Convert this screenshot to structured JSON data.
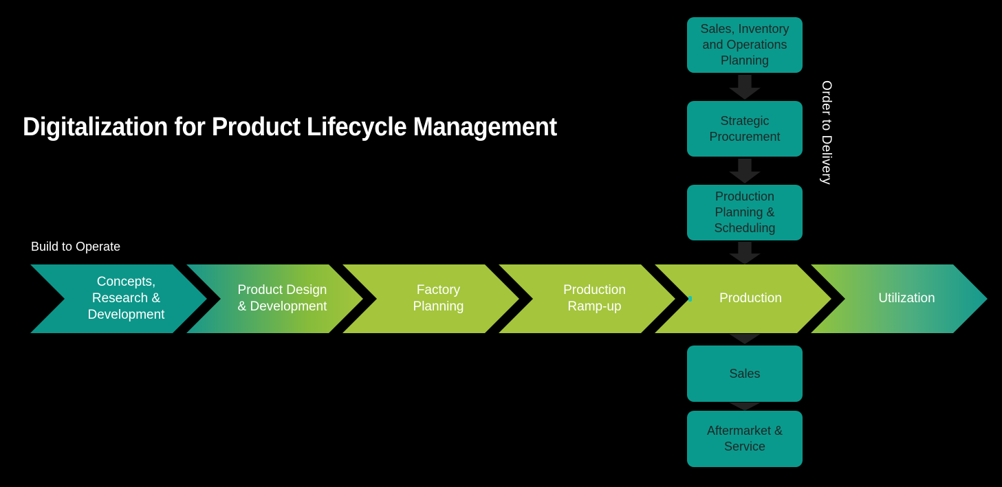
{
  "title": "Digitalization for Product Lifecycle Management",
  "horizontal_flow": {
    "label": "Build to Operate",
    "steps": [
      {
        "label": "Concepts,\nResearch &\nDevelopment",
        "fill": "teal"
      },
      {
        "label": "Product Design\n& Development",
        "fill": "teal-to-green-gradient"
      },
      {
        "label": "Factory\nPlanning",
        "fill": "green"
      },
      {
        "label": "Production\nRamp-up",
        "fill": "green"
      },
      {
        "label": "Production",
        "fill": "green"
      },
      {
        "label": "Utilization",
        "fill": "green-to-teal-gradient"
      }
    ]
  },
  "vertical_flow": {
    "label": "Order to Delivery",
    "boxes": [
      {
        "label": "Sales, Inventory\nand Operations\nPlanning"
      },
      {
        "label": "Strategic\nProcurement"
      },
      {
        "label": "Production\nPlanning &\nScheduling"
      },
      {
        "label": "Sales"
      },
      {
        "label": "Aftermarket &\nService"
      }
    ]
  },
  "colors": {
    "background": "#000000",
    "chevron_teal": "#0C9689",
    "chevron_green": "#A4C53C",
    "box_fill": "#0A9A8D",
    "box_text": "#1E2726",
    "arrow": "#222222",
    "text": "#FFFFFF"
  }
}
